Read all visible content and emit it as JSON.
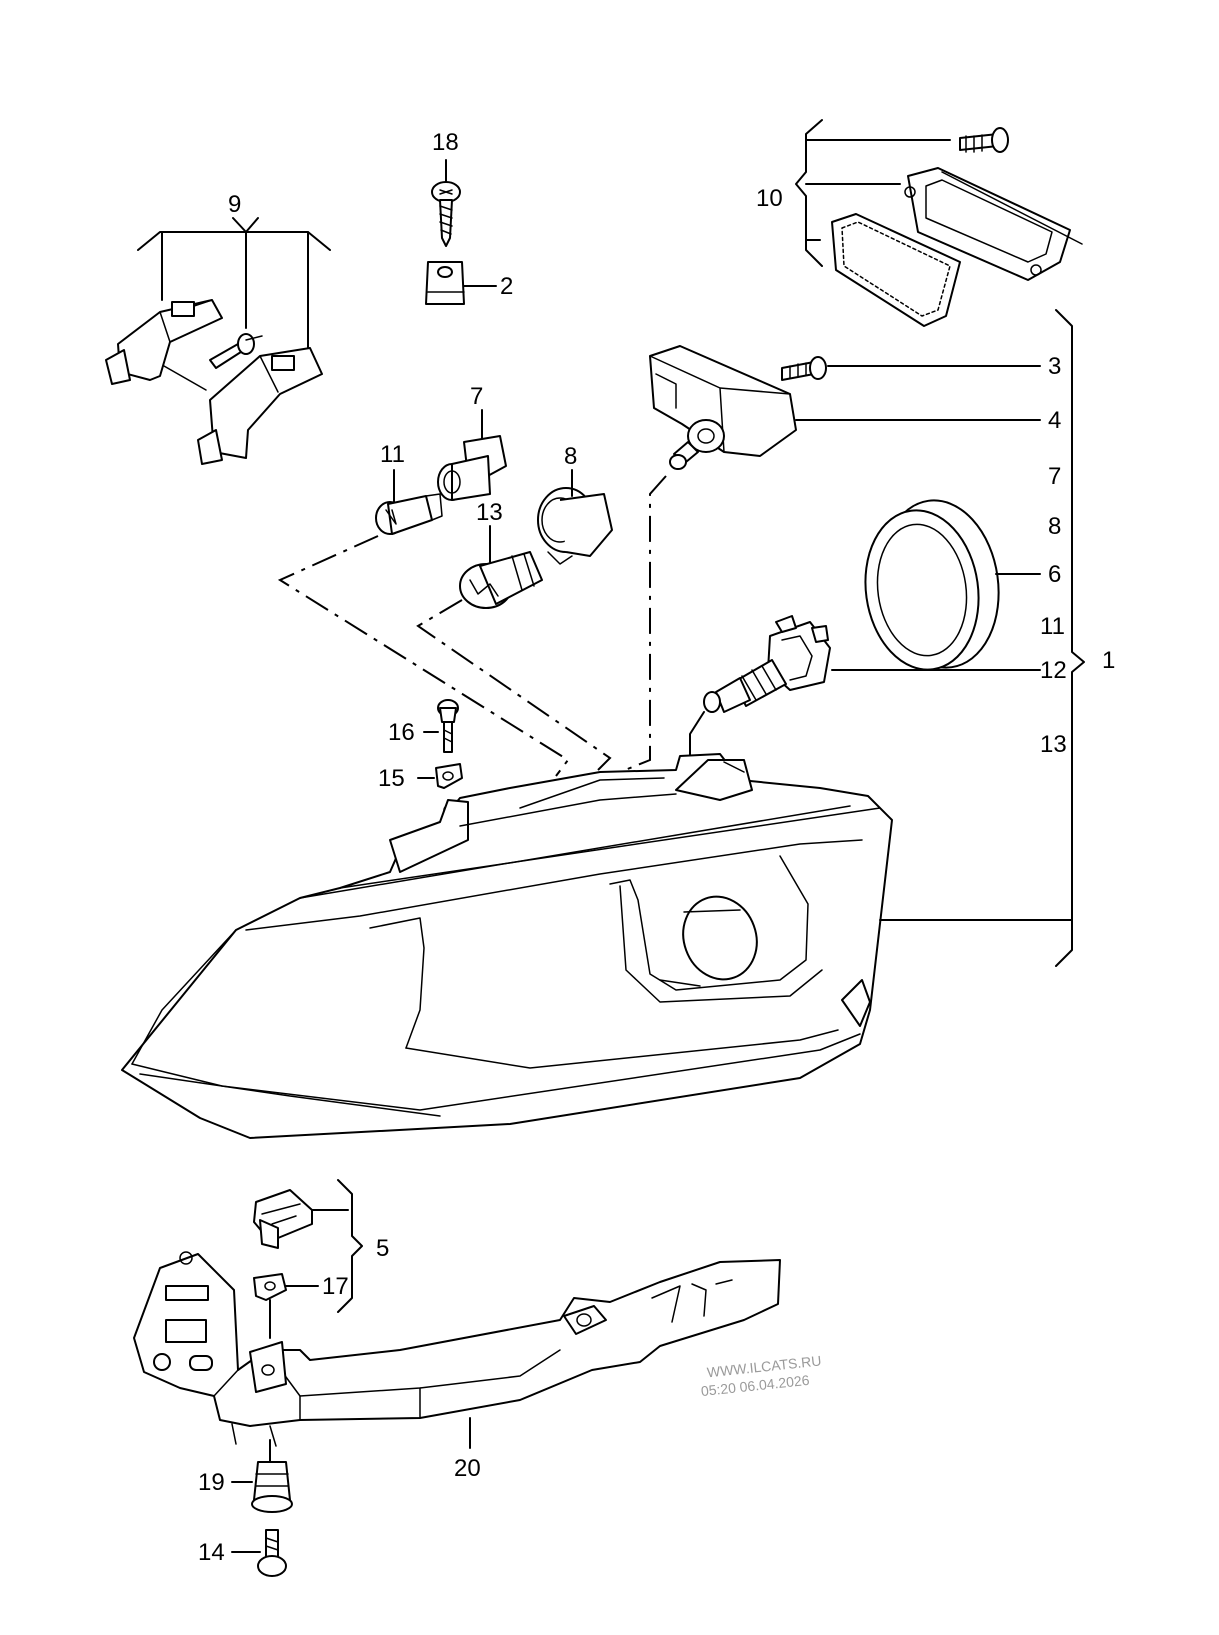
{
  "diagram": {
    "labels": {
      "p18": "18",
      "p2": "2",
      "p9": "9",
      "p10": "10",
      "p3": "3",
      "p4": "4",
      "p7r": "7",
      "p8r": "8",
      "p6": "6",
      "p11r": "11",
      "p12": "12",
      "p13r": "13",
      "p1": "1",
      "p7": "7",
      "p11": "11",
      "p8": "8",
      "p13": "13",
      "p16": "16",
      "p15": "15",
      "p5": "5",
      "p17": "17",
      "p20": "20",
      "p19": "19",
      "p14": "14"
    },
    "watermark": {
      "site": "WWW.ILCATS.RU",
      "timestamp": "05:20 06.04.2026"
    }
  }
}
